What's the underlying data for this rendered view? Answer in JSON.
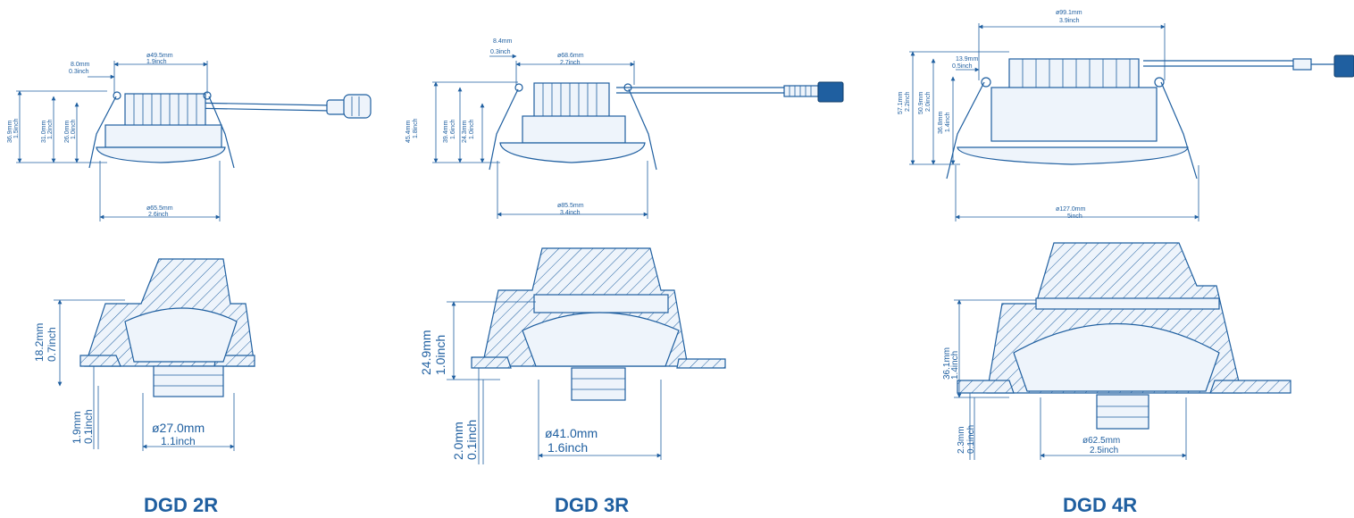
{
  "accent_color": "#1f5fa0",
  "products": [
    {
      "title": "DGD 2R",
      "top": {
        "dia_top_mm": "ø49.5mm",
        "dia_top_in": "1.9inch",
        "cable_mm": "8.0mm",
        "cable_in": "0.3inch",
        "h1_mm": "36.9mm",
        "h1_in": "1.5inch",
        "h2_mm": "31.0mm",
        "h2_in": "1.2inch",
        "h3_mm": "26.0mm",
        "h3_in": "1.0inch",
        "dia_bottom_mm": "ø65.5mm",
        "dia_bottom_in": "2.6inch"
      },
      "section": {
        "h_mm": "18.2mm",
        "h_in": "0.7inch",
        "lip_mm": "1.9mm",
        "lip_in": "0.1inch",
        "dia_mm": "ø27.0mm",
        "dia_in": "1.1inch"
      }
    },
    {
      "title": "DGD 3R",
      "top": {
        "dia_top_mm": "ø68.6mm",
        "dia_top_in": "2.7inch",
        "cable_mm": "8.4mm",
        "cable_in": "0.3inch",
        "h1_mm": "45.4mm",
        "h1_in": "1.8inch",
        "h2_mm": "39.4mm",
        "h2_in": "1.6inch",
        "h3_mm": "24.3mm",
        "h3_in": "1.0inch",
        "dia_bottom_mm": "ø85.5mm",
        "dia_bottom_in": "3.4inch"
      },
      "section": {
        "h_mm": "24.9mm",
        "h_in": "1.0inch",
        "lip_mm": "2.0mm",
        "lip_in": "0.1inch",
        "dia_mm": "ø41.0mm",
        "dia_in": "1.6inch"
      }
    },
    {
      "title": "DGD 4R",
      "top": {
        "dia_top_mm": "ø99.1mm",
        "dia_top_in": "3.9inch",
        "cable_mm": "13.9mm",
        "cable_in": "0.5inch",
        "h1_mm": "57.1mm",
        "h1_in": "2.2inch",
        "h2_mm": "50.9mm",
        "h2_in": "2.0inch",
        "h3_mm": "36.8mm",
        "h3_in": "1.4inch",
        "dia_bottom_mm": "ø127.0mm",
        "dia_bottom_in": "5inch"
      },
      "section": {
        "h_mm": "36.1mm",
        "h_in": "1.4inch",
        "lip_mm": "2.3mm",
        "lip_in": "0.1inch",
        "dia_mm": "ø62.5mm",
        "dia_in": "2.5inch"
      }
    }
  ]
}
